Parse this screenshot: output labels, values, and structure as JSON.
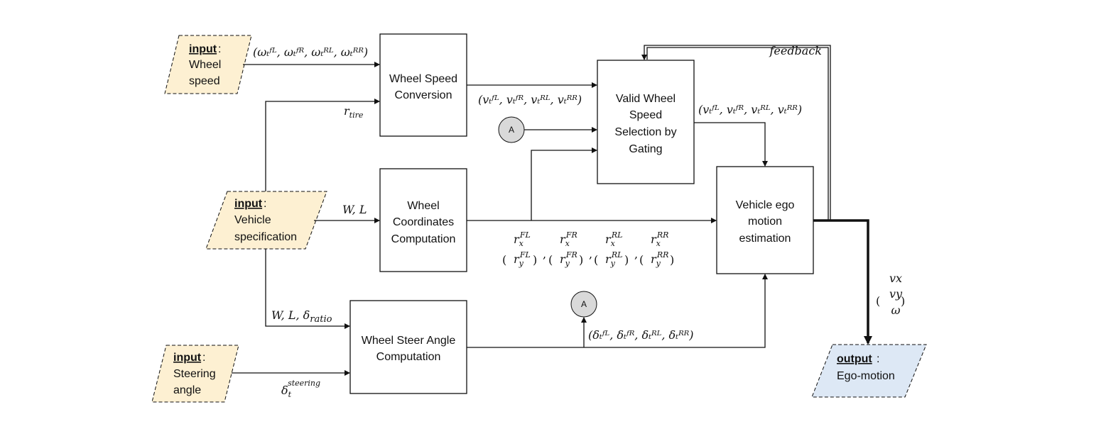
{
  "inputs": {
    "wheel_speed": {
      "label": "input",
      "lines": [
        "Wheel",
        "speed"
      ]
    },
    "vehicle_spec": {
      "label": "input",
      "lines": [
        "Vehicle",
        "specification"
      ]
    },
    "steering": {
      "label": "input",
      "lines": [
        "Steering",
        "angle"
      ]
    }
  },
  "output": {
    "label": "output",
    "lines": [
      "Ego-motion"
    ]
  },
  "boxes": {
    "wheel_speed_conversion": [
      "Wheel Speed",
      "Conversion"
    ],
    "wheel_coordinates": [
      "Wheel",
      "Coordinates",
      "Computation"
    ],
    "wheel_steer": [
      "Wheel Steer Angle",
      "Computation"
    ],
    "valid_wheel_speed": [
      "Valid Wheel",
      "Speed",
      "Selection by",
      "Gating"
    ],
    "ego_motion": [
      "Vehicle ego",
      "motion",
      "estimation"
    ]
  },
  "connectors": {
    "a_top": "A",
    "a_bottom": "A"
  },
  "labels": {
    "feedback": "feedback",
    "omega_vec": "(ωₜᶠᴸ, ωₜᶠᴿ, ωₜᴿᴸ, ωₜᴿᴿ)",
    "v_vec_1": "(vₜᶠᴸ, vₜᶠᴿ, vₜᴿᴸ, vₜᴿᴿ)",
    "v_vec_2": "(vₜᶠᴸ, vₜᶠᴿ, vₜᴿᴸ, vₜᴿᴿ)",
    "r_tire": "r",
    "r_tire_sub": "tire",
    "wl": "W, L",
    "wl_ratio": "W, L, δ",
    "wl_ratio_sub": "ratio",
    "delta_steering": "δ",
    "delta_steering_sub": "t",
    "delta_steering_sup": "steering",
    "delta_vec": "(δₜᶠᴸ, δₜᶠᴿ, δₜᴿᴸ, δₜᴿᴿ)",
    "r_coords": [
      {
        "x": "r",
        "xs": "x",
        "xsup": "FL",
        "y": "r",
        "ys": "y",
        "ysup": "FL"
      },
      {
        "x": "r",
        "xs": "x",
        "xsup": "FR",
        "y": "r",
        "ys": "y",
        "ysup": "FR"
      },
      {
        "x": "r",
        "xs": "x",
        "xsup": "RL",
        "y": "r",
        "ys": "y",
        "ysup": "RL"
      },
      {
        "x": "r",
        "xs": "x",
        "xsup": "RR",
        "y": "r",
        "ys": "y",
        "ysup": "RR"
      }
    ],
    "out_vec": [
      "vx",
      "vy",
      "ω"
    ]
  },
  "colors": {
    "input_fill": "#fdf0d2",
    "output_fill": "#dde8f5",
    "connector_fill": "#d9d9d9"
  }
}
